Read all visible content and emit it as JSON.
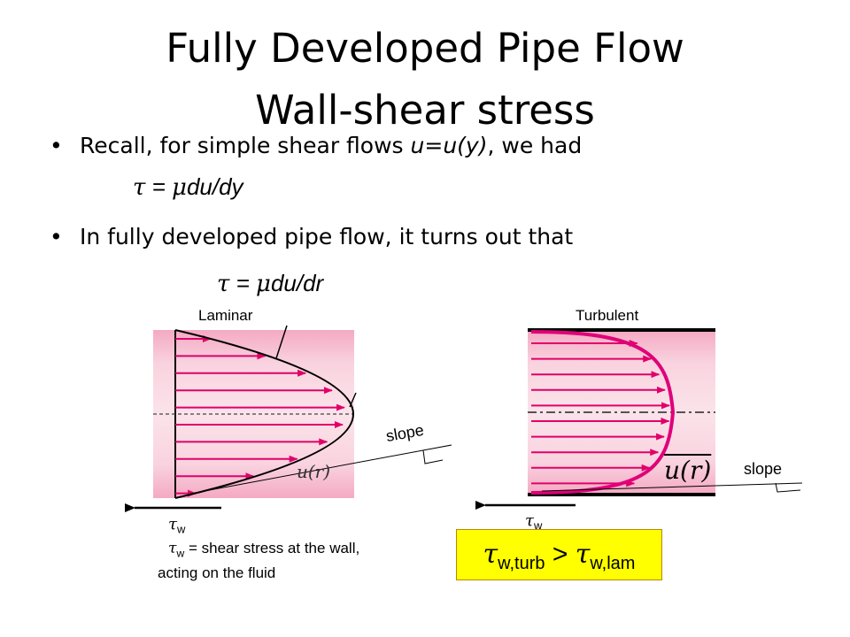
{
  "title": {
    "line1": "Fully Developed Pipe Flow",
    "line2": "Wall-shear stress"
  },
  "bullets": [
    {
      "pre": "Recall, for simple shear flows ",
      "italic": "u=u(y)",
      "post": ", we had"
    },
    {
      "text": "In fully developed pipe flow, it turns out that"
    }
  ],
  "equations": {
    "eq1": {
      "tau": "τ",
      "mid": " = ",
      "mu": "μ",
      "rest": "du/dy"
    },
    "eq2": {
      "tau": "τ",
      "mid": " = ",
      "mu": "μ",
      "rest": "du/dr"
    }
  },
  "figure_laminar": {
    "label": "Laminar",
    "slope_label": "slope",
    "profile_label": "u(r)",
    "tau_symbol": "τ",
    "tau_sub": "w",
    "caption_sub": "w",
    "caption_rest": " = shear stress at the wall,",
    "caption_line2": "acting on the fluid",
    "colors": {
      "pipe": "#f8c8d6",
      "arrow": "#e0006a",
      "curve": "#000000"
    }
  },
  "figure_turbulent": {
    "label": "Turbulent",
    "slope_label": "slope",
    "profile_label": "u(r)",
    "tau_symbol": "τ",
    "tau_sub": "w",
    "colors": {
      "pipe": "#f8c8d6",
      "arrow": "#e0006a",
      "curve": "#e0007a"
    }
  },
  "comparison": {
    "tau": "τ",
    "left_sub": "w,turb",
    "op": " > ",
    "right_sub": "w,lam",
    "bg": "#ffff00"
  }
}
